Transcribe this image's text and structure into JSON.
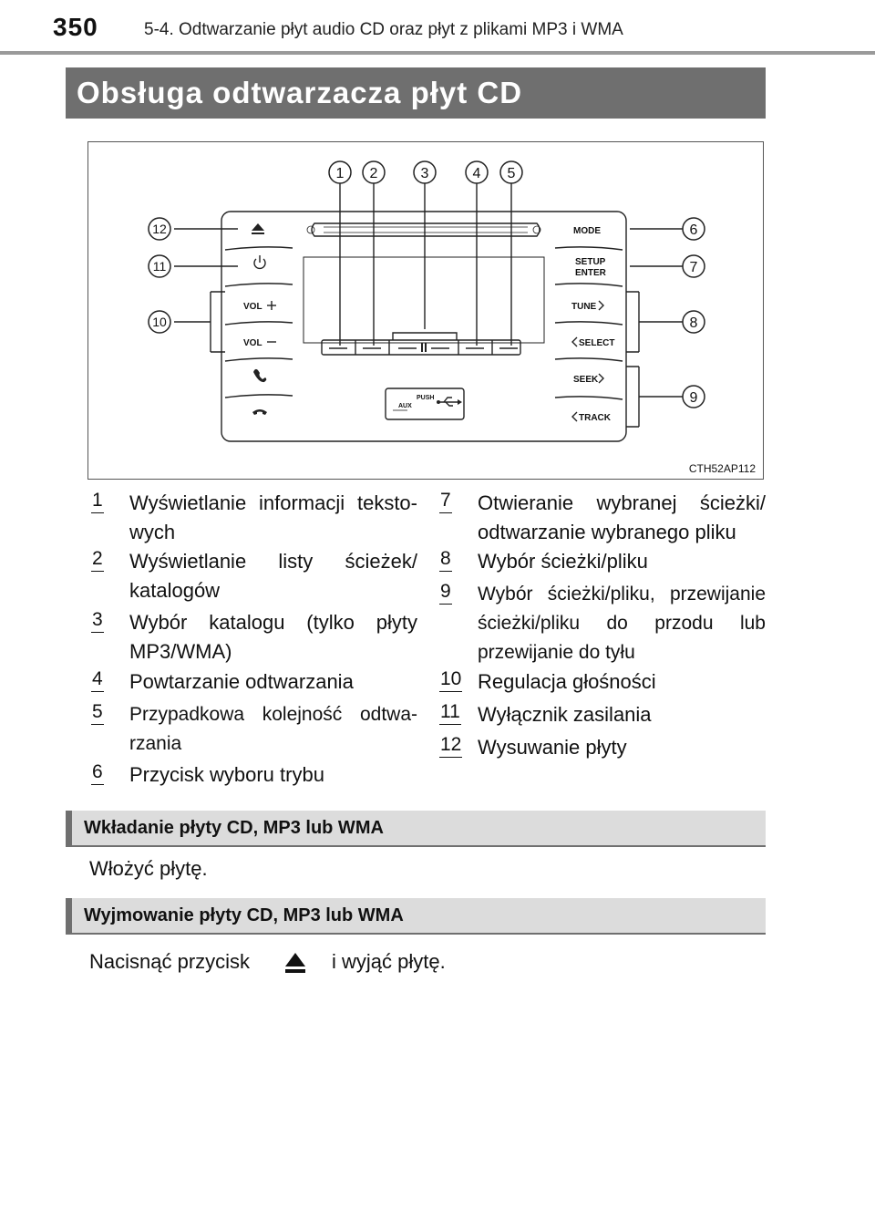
{
  "header": {
    "page_number": "350",
    "chapter": "5-4. Odtwarzanie płyt audio CD oraz płyt z plikami MP3 i WMA"
  },
  "section_title": "Obsługa odtwarzacza płyt CD",
  "figure": {
    "id": "CTH52AP112",
    "callouts": [
      "1",
      "2",
      "3",
      "4",
      "5",
      "6",
      "7",
      "8",
      "9",
      "10",
      "11",
      "12"
    ],
    "panel_labels": {
      "mode": "MODE",
      "setup": "SETUP",
      "enter": "ENTER",
      "tune": "TUNE",
      "select": "SELECT",
      "seek": "SEEK",
      "track": "TRACK",
      "vol_plus": "VOL",
      "vol_minus": "VOL",
      "push": "PUSH",
      "aux": "AUX"
    }
  },
  "legend": [
    {
      "num": "1",
      "text": "Wyświetlanie informacji teksto-wych"
    },
    {
      "num": "2",
      "text": "Wyświetlanie listy ścieżek/ katalogów"
    },
    {
      "num": "3",
      "text": "Wybór katalogu (tylko płyty MP3/WMA)"
    },
    {
      "num": "4",
      "text": "Powtarzanie odtwarzania"
    },
    {
      "num": "5",
      "text": "Przypadkowa kolejność odtwa-rzania"
    },
    {
      "num": "6",
      "text": "Przycisk wyboru trybu"
    },
    {
      "num": "7",
      "text": "Otwieranie wybranej ścieżki/ odtwarzanie wybranego pliku"
    },
    {
      "num": "8",
      "text": "Wybór ścieżki/pliku"
    },
    {
      "num": "9",
      "text": "Wybór ścieżki/pliku, przewijanie ścieżki/pliku do przodu lub przewijanie do tyłu"
    },
    {
      "num": "10",
      "text": "Regulacja głośności"
    },
    {
      "num": "11",
      "text": "Wyłącznik zasilania"
    },
    {
      "num": "12",
      "text": "Wysuwanie płyty"
    }
  ],
  "insert": {
    "heading": "Wkładanie płyty CD, MP3 lub WMA",
    "text": "Włożyć płytę."
  },
  "remove": {
    "heading": "Wyjmowanie płyty CD, MP3 lub WMA",
    "text_before": "Nacisnąć przycisk",
    "text_after": "i wyjąć płytę."
  }
}
